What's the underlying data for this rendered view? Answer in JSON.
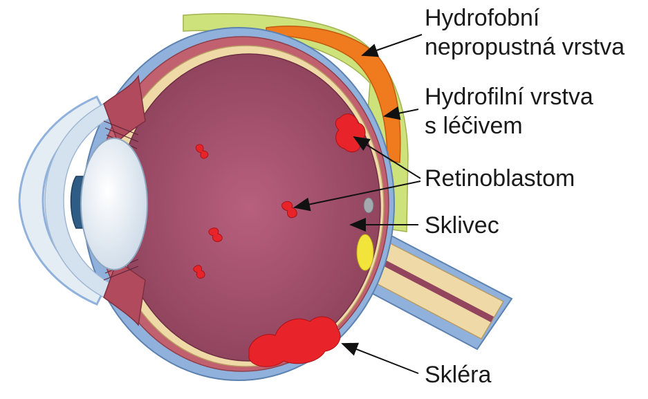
{
  "labels": {
    "hydrophobic_line1": "Hydrofobní",
    "hydrophobic_line2": "nepropustná vrstva",
    "hydrophilic_line1": "Hydrofilní vrstva",
    "hydrophilic_line2": "s léčivem",
    "retinoblastoma": "Retinoblastom",
    "vitreous": "Sklivec",
    "sclera": "Skléra"
  },
  "colors": {
    "hydrophobic_layer": "#cde27a",
    "hydrophilic_layer": "#f07a1e",
    "sclera": "#8fb1dc",
    "retina": "#efd9a6",
    "choroid": "#c1606e",
    "vitreous": "#93455e",
    "tumor": "#e8242a",
    "lens": "#e7eef7",
    "cornea": "#dfe8f2",
    "iris": "#2f5c84",
    "optic_disc": "#f2e43a",
    "fovea": "#a3a9af",
    "arrow": "#111111"
  }
}
